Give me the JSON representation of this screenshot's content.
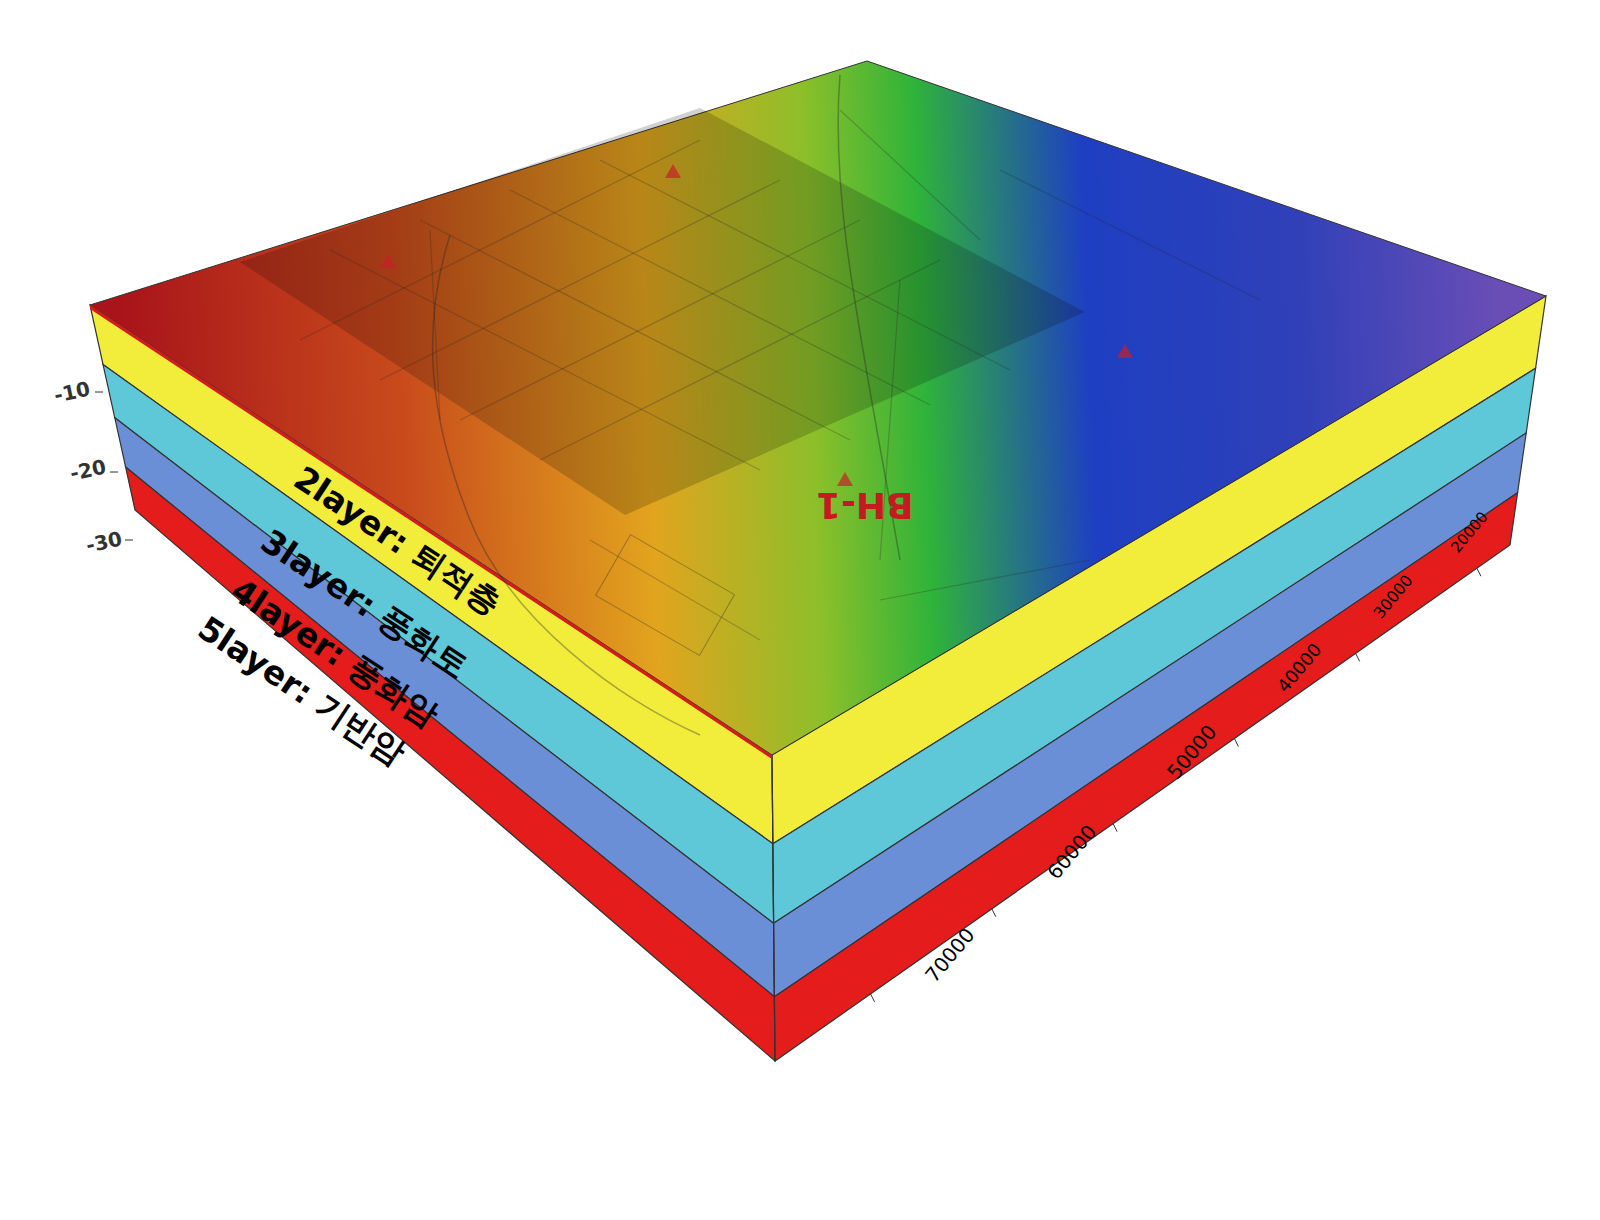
{
  "diagram": {
    "labels": [
      "-10",
      "-20",
      "-30",
      "2layer: 퇴적층",
      "3layer: 풍화토",
      "4layer: 풍화암",
      "5layer: 기반암",
      "BH-1",
      "70000",
      "60000",
      "50000",
      "40000",
      "30000",
      "20000"
    ]
  }
}
